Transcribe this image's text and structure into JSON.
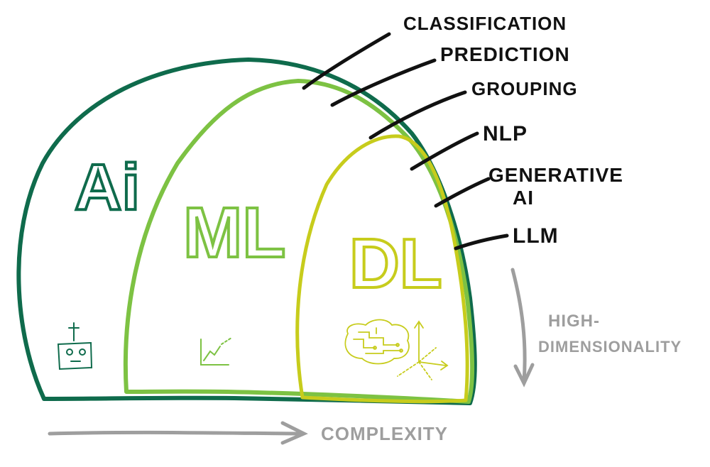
{
  "colors": {
    "ai": "#0f6b4c",
    "ml": "#7dc243",
    "dl": "#c7cc1c",
    "ink": "#111111",
    "gray": "#9e9e9e",
    "background": "#ffffff"
  },
  "regions": {
    "ai": {
      "label": "Ai",
      "icon": "robot-icon"
    },
    "ml": {
      "label": "ML",
      "icon": "trend-chart-icon"
    },
    "dl": {
      "label": "DL",
      "icon": "brain-circuit-icon"
    }
  },
  "annotations": [
    {
      "text": "CLASSIFICATION"
    },
    {
      "text": "PREDICTION"
    },
    {
      "text": "GROUPING"
    },
    {
      "text": "NLP"
    },
    {
      "text": "GENERATIVE"
    },
    {
      "text": "AI"
    },
    {
      "text": "LLM"
    }
  ],
  "axes": {
    "horizontal": {
      "label": "COMPLEXITY",
      "icon": "arrow-right-icon"
    },
    "vertical": {
      "line1": "HIGH-",
      "line2": "DIMENSIONALITY",
      "icon": "arrow-down-icon"
    }
  }
}
